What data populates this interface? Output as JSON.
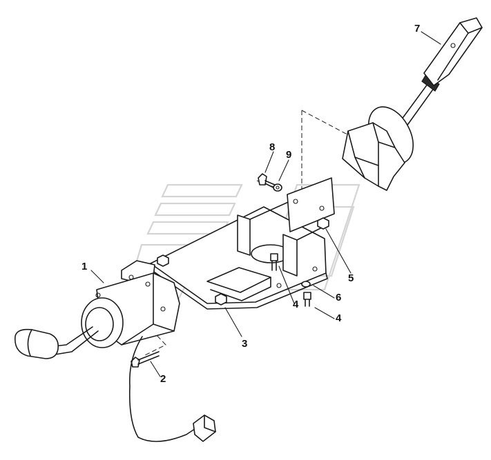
{
  "callouts": [
    {
      "id": "c1",
      "label": "1"
    },
    {
      "id": "c2",
      "label": "2"
    },
    {
      "id": "c3",
      "label": "3"
    },
    {
      "id": "c4a",
      "label": "4"
    },
    {
      "id": "c4b",
      "label": "4"
    },
    {
      "id": "c5",
      "label": "5"
    },
    {
      "id": "c6",
      "label": "6"
    },
    {
      "id": "c7",
      "label": "7"
    },
    {
      "id": "c8",
      "label": "8"
    },
    {
      "id": "c9",
      "label": "9"
    }
  ],
  "colors": {
    "line": "#1a1a1a",
    "watermark": "#d4d4d4",
    "shade": "#d9d9d9"
  }
}
